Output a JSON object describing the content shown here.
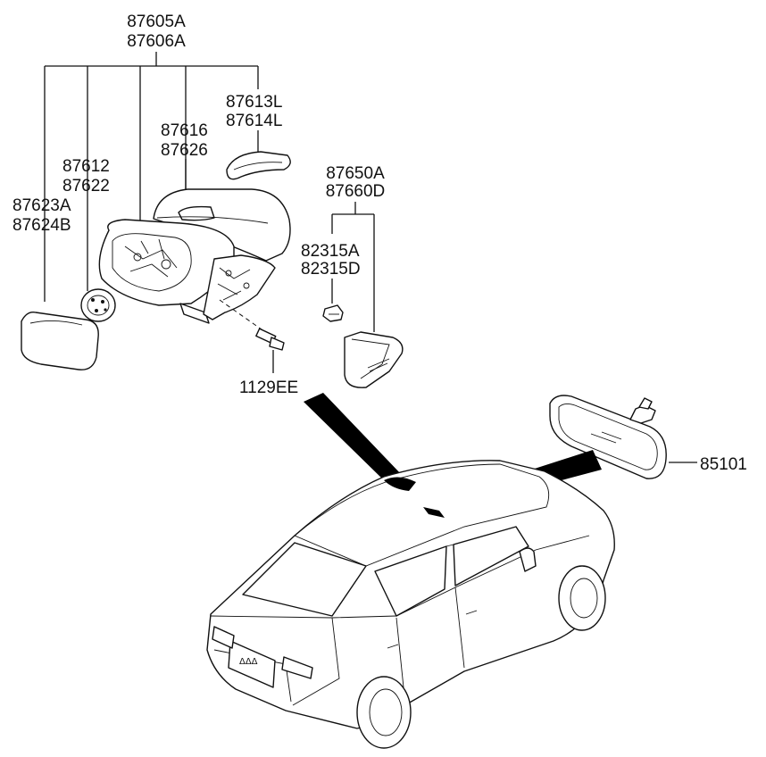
{
  "callouts": {
    "outside_mirror_assy": [
      "87605A",
      "87606A"
    ],
    "mirror_glass": [
      "87623A",
      "87624B"
    ],
    "actuator": [
      "87612",
      "87622"
    ],
    "mirror_cover": [
      "87616",
      "87626"
    ],
    "side_repeater_lamp": [
      "87613L",
      "87614L"
    ],
    "cover_assy": [
      "87650A",
      "87660D"
    ],
    "clip": [
      "82315A",
      "82315D"
    ],
    "screw": [
      "1129EE"
    ],
    "inside_mirror": [
      "85101"
    ]
  }
}
